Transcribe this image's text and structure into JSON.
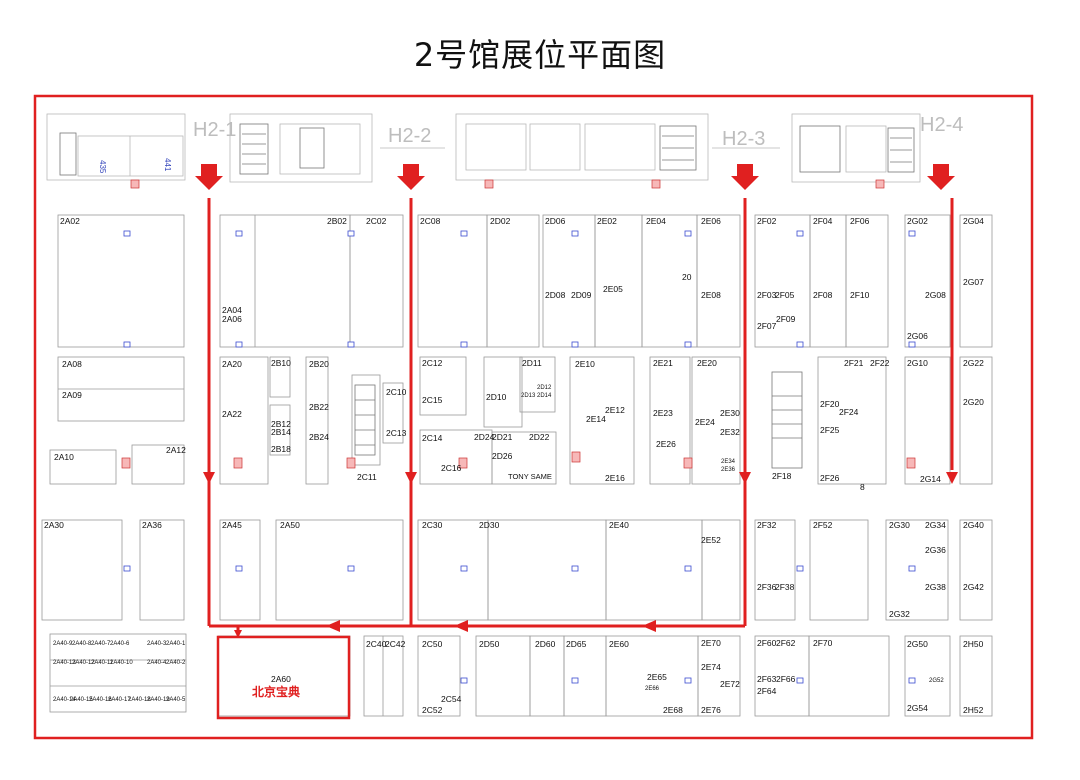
{
  "title": "2号馆展位平面图",
  "entrances": [
    "H2-1",
    "H2-2",
    "H2-3",
    "H2-4"
  ],
  "highlight": {
    "booth": "2A60",
    "name": "北京宝典"
  },
  "labels": {
    "numbers": [
      "435",
      "441",
      "20",
      "8"
    ],
    "tony": "TONY SAME"
  },
  "booths": [
    "2A02",
    "2A04",
    "2A06",
    "2A08",
    "2A09",
    "2A10",
    "2A12",
    "2A30",
    "2A36",
    "2A40-9",
    "2A40-8",
    "2A40-7",
    "2A40-6",
    "2A40-3",
    "2A40-1",
    "2A40-13",
    "2A40-12",
    "2A40-11",
    "2A40-10",
    "2A40-4",
    "2A40-2",
    "2A40-14",
    "2A40-15",
    "2A40-16",
    "2A40-17",
    "2A40-18",
    "2A40-19",
    "2A40-5",
    "2B02",
    "2C02",
    "2A20",
    "2B10",
    "2B20",
    "2A22",
    "2B22",
    "2B12",
    "2B14",
    "2B18",
    "2B24",
    "2C10",
    "2C13",
    "2C11",
    "2A45",
    "2A50",
    "2C40",
    "2C42",
    "2C08",
    "2D02",
    "2D06",
    "2E02",
    "2E04",
    "2E06",
    "2D08",
    "2D09",
    "2E05",
    "2E08",
    "2C12",
    "2D11",
    "2D12",
    "2D13",
    "2D14",
    "2E10",
    "2C15",
    "2D10",
    "2E12",
    "2E14",
    "2C14",
    "2D24",
    "2D21",
    "2D22",
    "2C16",
    "2D26",
    "2E16",
    "2C30",
    "2D30",
    "2E40",
    "2E52",
    "2C50",
    "2D50",
    "2D60",
    "2D65",
    "2E60",
    "2C54",
    "2C52",
    "2E21",
    "2E20",
    "2E23",
    "2E30",
    "2E24",
    "2E32",
    "2E26",
    "2E34",
    "2E36",
    "2E65",
    "2E66",
    "2E68",
    "2E70",
    "2E74",
    "2E72",
    "2E76",
    "2F02",
    "2F04",
    "2F06",
    "2G02",
    "2G04",
    "2F03",
    "2F05",
    "2F08",
    "2F10",
    "2G08",
    "2G07",
    "2F07",
    "2F09",
    "2G06",
    "2F21",
    "2F22",
    "2G10",
    "2G22",
    "2F20",
    "2F24",
    "2G20",
    "2F25",
    "2F18",
    "2F26",
    "2G14",
    "2F32",
    "2F52",
    "2G30",
    "2G34",
    "2G36",
    "2G40",
    "2F36",
    "2F38",
    "2G38",
    "2G42",
    "2G32",
    "2F60",
    "2F62",
    "2F70",
    "2G50",
    "2H50",
    "2F63",
    "2F66",
    "2F64",
    "2G52",
    "2G54",
    "2H52"
  ]
}
